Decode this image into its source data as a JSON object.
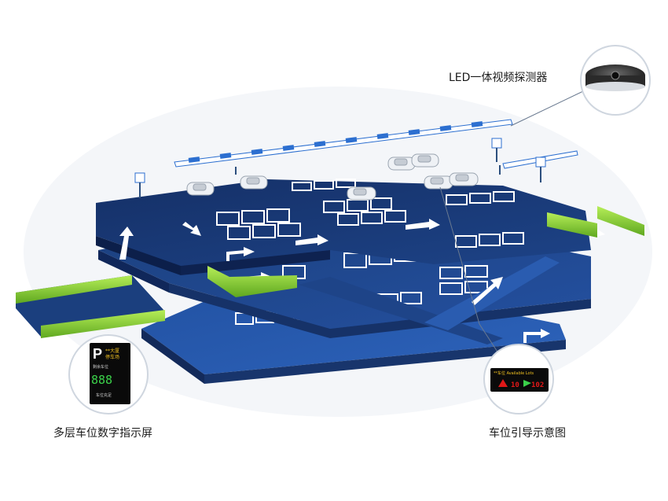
{
  "captions": {
    "led_detector": "LED一体视频探测器",
    "multi_level_screen": "多层车位数字指示屏",
    "guidance_diagram": "车位引导示意图"
  },
  "screen_left": {
    "p_letter": "P",
    "title_line1": "**大厦",
    "title_line2": "停车场",
    "subtitle": "剩余车位",
    "digits": "888",
    "footer": "车位充足"
  },
  "screen_right": {
    "header": "**车位 Available Lots",
    "left_value": "10",
    "right_value": "102"
  },
  "colors": {
    "floor_top": "#17336b",
    "floor_mid": "#1c4484",
    "floor_low": "#2253a0",
    "lane_green": "#8fd43a",
    "barrier_blue": "#2c6fd0",
    "led_red": "#e01818",
    "led_green": "#3bd14a",
    "led_yellow": "#f0c020"
  }
}
